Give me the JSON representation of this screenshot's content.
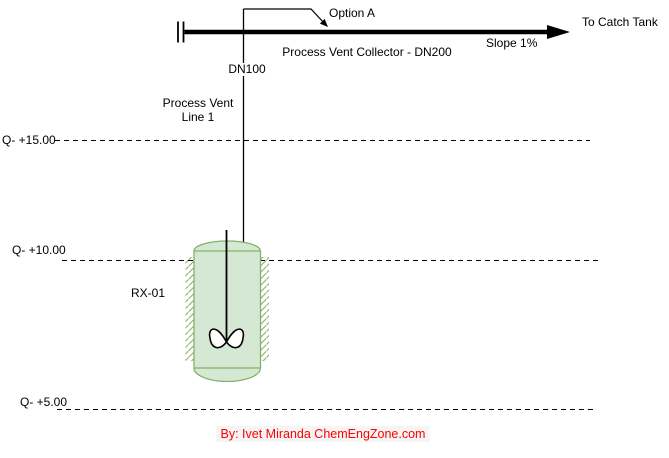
{
  "diagram": {
    "collector": {
      "label": "Process Vent Collector - DN200",
      "destination": "To Catch Tank",
      "slope": "Slope 1%",
      "option": "Option A"
    },
    "vent_line": {
      "size": "DN100",
      "name_line1": "Process Vent",
      "name_line2": "Line 1"
    },
    "reactor": {
      "tag": "RX-01"
    },
    "elevations": [
      {
        "label": "Q- +15.00"
      },
      {
        "label": "Q- +10.00"
      },
      {
        "label": "Q- +5.00"
      }
    ],
    "credit": "By: Ivet Miranda ChemEngZone.com",
    "colors": {
      "vessel_fill": "#d5e8d4",
      "vessel_stroke": "#82b366",
      "hatch_stroke": "#9ab579",
      "line_color": "#000000",
      "credit_color": "#ff0000",
      "credit_bg": "#f5f5f5"
    }
  }
}
